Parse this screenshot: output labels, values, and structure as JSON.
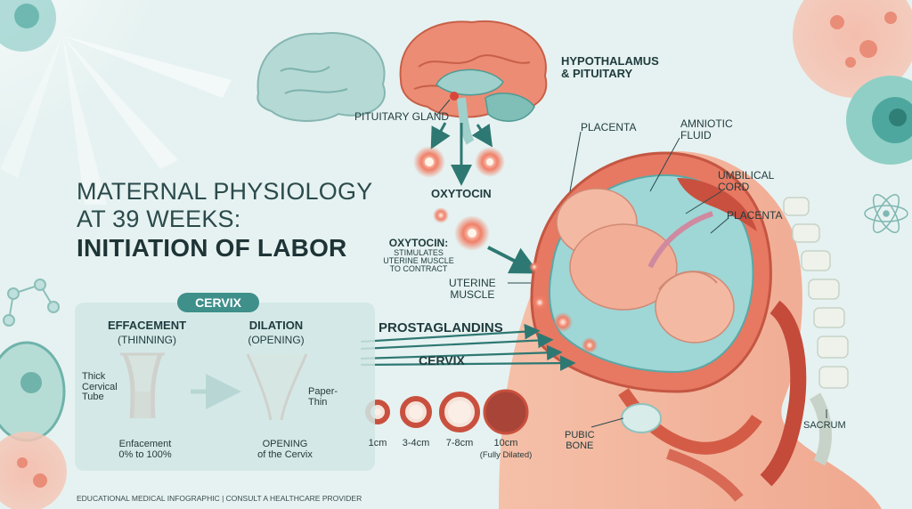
{
  "title": {
    "line1": "MATERNAL PHYSIOLOGY",
    "line2": "AT 39 WEEKS:",
    "line3": "INITIATION OF LABOR"
  },
  "brain": {
    "hypothalamus": "HYPOTHALAMUS",
    "pituitary_pair": "& PITUITARY",
    "pituitary_gland": "PITUITARY GLAND"
  },
  "hormones": {
    "oxytocin": "OXYTOCIN",
    "oxytocin_effect_title": "OXYTOCIN:",
    "oxytocin_effect_l1": "STIMULATES",
    "oxytocin_effect_l2": "UTERINE MUSCLE",
    "oxytocin_effect_l3": "TO CONTRACT",
    "prostaglandins": "PROSTAGLANDINS",
    "cervix_arrow": "CERVIX"
  },
  "uterus": {
    "placenta_top": "PLACENTA",
    "amniotic_l1": "AMNIOTIC",
    "amniotic_l2": "FLUID",
    "umbilical_l1": "UMBILICAL",
    "umbilical_l2": "CORD",
    "placenta_right": "PLACENTA",
    "uterine_l1": "UTERINE",
    "uterine_l2": "MUSCLE",
    "pubic_l1": "PUBIC",
    "pubic_l2": "BONE",
    "sacrum": "SACRUM"
  },
  "cervix_panel": {
    "header": "CERVIX",
    "effacement_title": "EFFACEMENT",
    "effacement_sub": "(THINNING)",
    "dilation_title": "DILATION",
    "dilation_sub": "(OPENING)",
    "thick_l1": "Thick",
    "thick_l2": "Cervical",
    "thick_l3": "Tube",
    "paper_l1": "Paper-",
    "paper_l2": "Thin",
    "eff_caption_l1": "Enfacement",
    "eff_caption_l2": "0% to 100%",
    "open_caption_l1": "OPENING",
    "open_caption_l2": "of the Cervix",
    "dilation_stages": [
      {
        "label": "1cm",
        "sub": ""
      },
      {
        "label": "3-4cm",
        "sub": ""
      },
      {
        "label": "7-8cm",
        "sub": ""
      },
      {
        "label": "10cm",
        "sub": "(Fully Dilated)"
      }
    ]
  },
  "footer": "EDUCATIONAL MEDICAL INFOGRAPHIC | CONSULT A HEALTHCARE PROVIDER",
  "colors": {
    "background": "#e6f2f1",
    "teal": "#3f8f8b",
    "tissue": "#e8806f",
    "dark_text": "#1e3436"
  }
}
